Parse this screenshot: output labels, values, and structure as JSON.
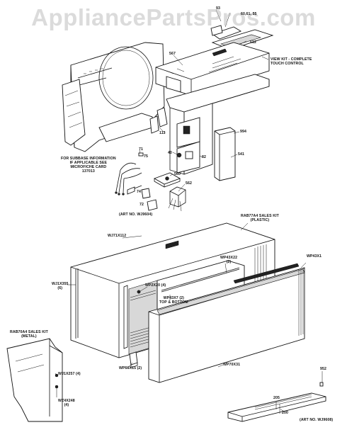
{
  "watermark": "AppliancePartsPros.com",
  "labels": {
    "p93": "93",
    "p60": "60,61, 55",
    "p507": "567",
    "p512": "512",
    "view_kit": "VIEW KIT - COMPLETE\nTOUCH CONTROL",
    "p113": "113",
    "p994": "994",
    "p541": "541",
    "p40": "40",
    "p82": "82",
    "p71": "71",
    "p75": "75",
    "p560": "560",
    "p562": "562",
    "p72": "72",
    "p74": "74",
    "subbase": "FOR SUBBASE INFORMATION\nIF APPLICABLE SEE\nMICROFICHE CARD\n137013",
    "art1": "(ART NO. WJ9604)",
    "sales_kit_plastic": "RAB77A4 SALES KIT\n(PLASTIC)",
    "wj71": "WJ71X112",
    "wp43x22": "WP43X22\n(2)",
    "wp43x1": "WP43X1",
    "wj1x355": "WJ1X355\n(6)",
    "wp2x20": "WP2X20 (4)",
    "wp43x7": "WP43X7 (2)\nTOP & BOTTOM",
    "sales_kit_metal": "RAB70A4 SALES KIT\n(METAL)",
    "wp66x15": "WP66X15 (2)",
    "wp70x31": "WP70X31",
    "wj1x257": "WJ1X257 (4)",
    "wz4x248": "WZ4X248\n(4)",
    "p205": "205",
    "p952": "952",
    "p200": "200",
    "art2": "(ART NO. WJ9608)"
  }
}
